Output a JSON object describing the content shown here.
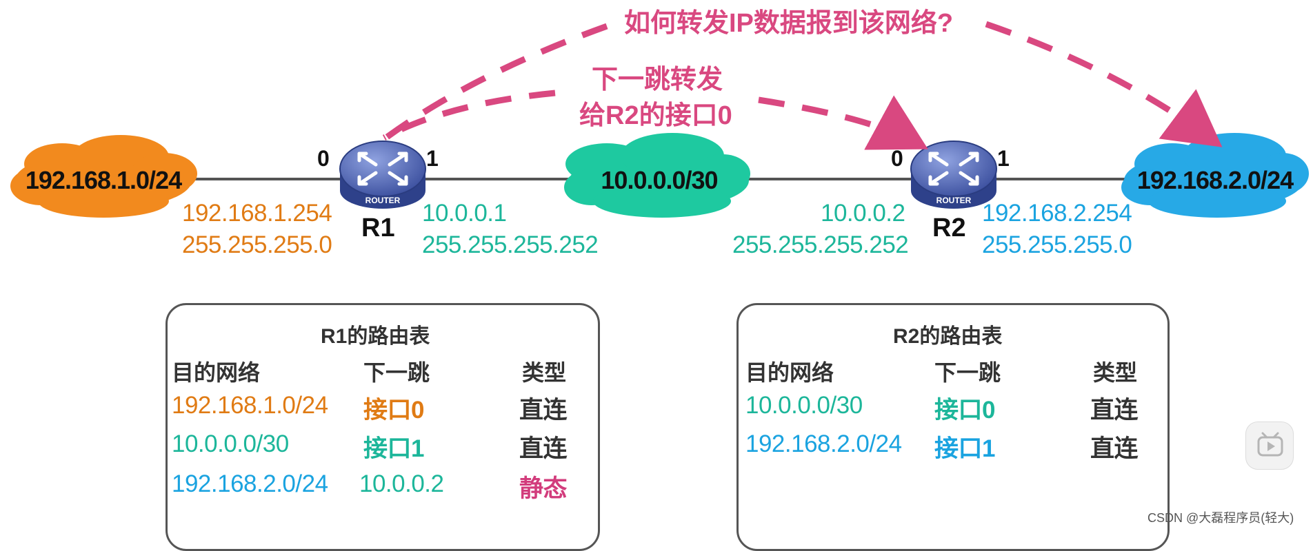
{
  "question_callout": "如何转发IP数据报到该网络?",
  "nexthop_callout": [
    "下一跳转发",
    "给R2的接口0"
  ],
  "networks": {
    "left": "192.168.1.0/24",
    "middle": "10.0.0.0/30",
    "right": "192.168.2.0/24"
  },
  "routers": [
    {
      "name": "R1",
      "device_label": "ROUTER",
      "port_left": "0",
      "port_right": "1",
      "if0": {
        "ip": "192.168.1.254",
        "mask": "255.255.255.0"
      },
      "if1": {
        "ip": "10.0.0.1",
        "mask": "255.255.255.252"
      }
    },
    {
      "name": "R2",
      "device_label": "ROUTER",
      "port_left": "0",
      "port_right": "1",
      "if0": {
        "ip": "10.0.0.2",
        "mask": "255.255.255.252"
      },
      "if1": {
        "ip": "192.168.2.254",
        "mask": "255.255.255.0"
      }
    }
  ],
  "tables": [
    {
      "title": "R1的路由表",
      "headers": [
        "目的网络",
        "下一跳",
        "类型"
      ],
      "rows": [
        {
          "dest": "192.168.1.0/24",
          "next": "接口0",
          "type": "直连"
        },
        {
          "dest": "10.0.0.0/30",
          "next": "接口1",
          "type": "直连"
        },
        {
          "dest": "192.168.2.0/24",
          "next": "10.0.0.2",
          "type": "静态"
        }
      ]
    },
    {
      "title": "R2的路由表",
      "headers": [
        "目的网络",
        "下一跳",
        "类型"
      ],
      "rows": [
        {
          "dest": "10.0.0.0/30",
          "next": "接口0",
          "type": "直连"
        },
        {
          "dest": "192.168.2.0/24",
          "next": "接口1",
          "type": "直连"
        }
      ]
    }
  ],
  "watermark": "CSDN @大磊程序员(轻大)",
  "colors": {
    "orange": "#e07b14",
    "teal": "#1cb69a",
    "blue": "#1aa3e0",
    "magenta": "#d23c7c",
    "cloud_orange": "#f28a1e",
    "cloud_teal": "#1ec9a0",
    "cloud_blue": "#27a9e6",
    "router_body": "#3e56a8"
  },
  "icons": [
    "router-icon",
    "cloud-icon",
    "dashed-arrow-icon",
    "play-icon"
  ]
}
